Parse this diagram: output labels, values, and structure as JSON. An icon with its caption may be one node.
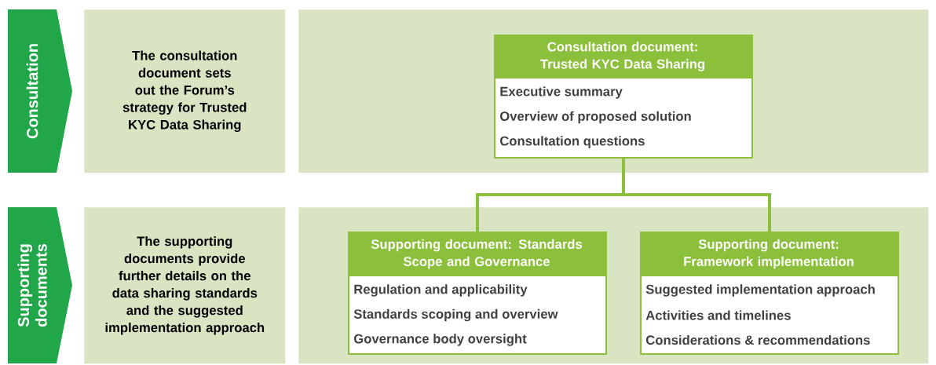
{
  "diagram": {
    "nodes": [
      {
        "text": [
          "Consultation"
        ]
      },
      {
        "text": [
          "The consultation document sets out the Forum’s strategy for Trusted KYC Data Sharing"
        ]
      },
      {
        "text": [],
        "shape": "box"
      },
      {
        "text": [
          "Consultation document: Trusted KYC Data Sharing",
          "Executive summary",
          "Overview of proposed solution",
          "Consultation questions"
        ],
        "in": 2
      },
      {
        "text": [
          "Supporting documents"
        ]
      },
      {
        "text": [
          "The supporting documents provide further details on the data sharing standards and the suggested implementation approach"
        ]
      },
      {
        "text": [],
        "shape": "box"
      },
      {
        "text": [
          "Supporting document: Standards Scope and Governance",
          "Regulation and applicability",
          "Standards scoping and overview",
          "Governance body oversight"
        ],
        "in": 6
      },
      {
        "text": [
          "Supporting document: Framework implementation",
          "Suggested implementation approach",
          "Activities and timelines",
          "Considerations & recommendations"
        ],
        "in": 6
      }
    ],
    "edges": [
      {
        "from": 3,
        "to": 7,
        "arrow": "none"
      },
      {
        "from": 3,
        "to": 8,
        "arrow": "none"
      }
    ]
  }
}
